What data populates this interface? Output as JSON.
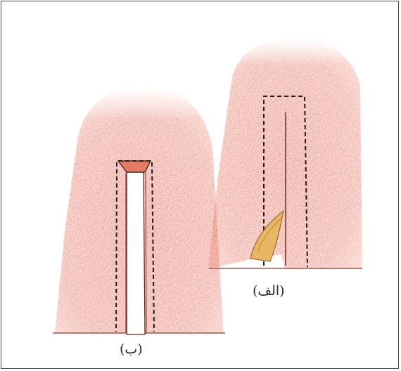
{
  "figure": {
    "panels": [
      {
        "id": "a",
        "label": "(الف)"
      },
      {
        "id": "b",
        "label": "(ب)"
      }
    ]
  },
  "colors": {
    "fabric": "#d9432b",
    "fabric_light": "#f08a73",
    "stitch": "#2b1a18",
    "facing": "#e6b25c",
    "border": "#4a4a4a"
  }
}
